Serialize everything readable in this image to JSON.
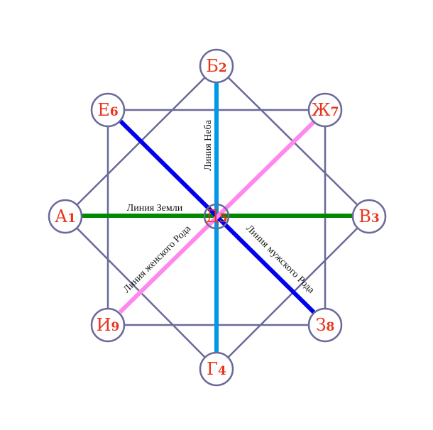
{
  "nodes": [
    {
      "id": "A",
      "letter": "А",
      "num": "1"
    },
    {
      "id": "B",
      "letter": "Б",
      "num": "2"
    },
    {
      "id": "V",
      "letter": "В",
      "num": "3"
    },
    {
      "id": "G",
      "letter": "Г",
      "num": "4"
    },
    {
      "id": "D",
      "letter": "Д",
      "num": "5"
    },
    {
      "id": "E",
      "letter": "Е",
      "num": "6"
    },
    {
      "id": "Zh",
      "letter": "Ж",
      "num": "7"
    },
    {
      "id": "Z",
      "letter": "З",
      "num": "8"
    },
    {
      "id": "I",
      "letter": "И",
      "num": "9"
    }
  ],
  "lines": {
    "earth": {
      "label": "Линия Земли",
      "color": "#008800"
    },
    "sky": {
      "label": "Линия Неба",
      "color": "#0099e6"
    },
    "female": {
      "label": "Линия женского Рода",
      "color": "#ff88ee"
    },
    "male": {
      "label": "Линия мужского Рода",
      "color": "#0000ee"
    }
  }
}
